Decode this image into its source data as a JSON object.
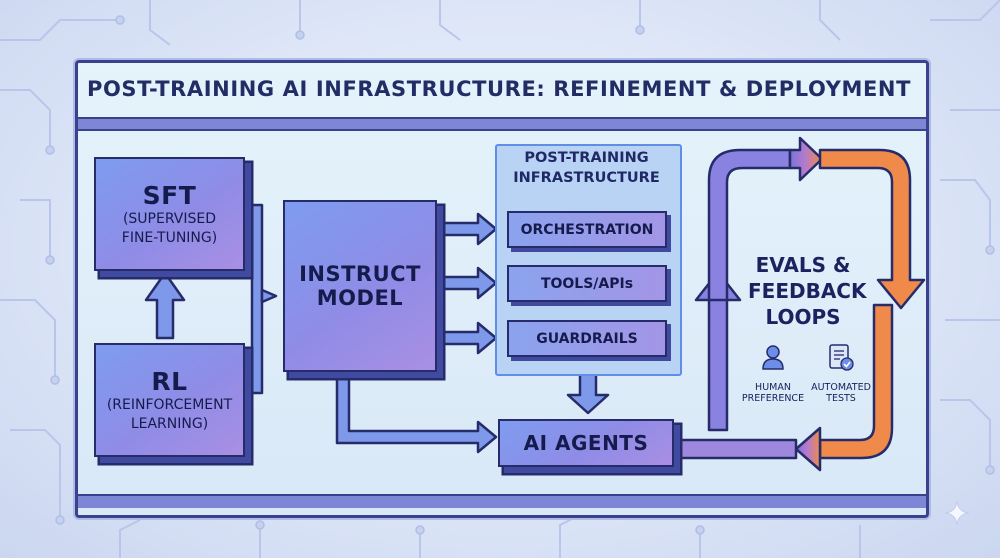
{
  "title": "POST-TRAINING AI INFRASTRUCTURE: REFINEMENT & DEPLOYMENT",
  "sft": {
    "label": "SFT",
    "sub1": "(SUPERVISED",
    "sub2": "FINE-TUNING)"
  },
  "rl": {
    "label": "RL",
    "sub1": "(REINFORCEMENT",
    "sub2": "LEARNING)"
  },
  "instruct": {
    "line1": "INSTRUCT",
    "line2": "MODEL"
  },
  "infrastructure": {
    "title_line1": "POST-TRAINING",
    "title_line2": "INFRASTRUCTURE",
    "items": [
      "ORCHESTRATION",
      "TOOLS/APIs",
      "GUARDRAILS"
    ]
  },
  "agents": {
    "label": "AI AGENTS"
  },
  "loop": {
    "line1": "EVALS &",
    "line2": "FEEDBACK",
    "line3": "LOOPS",
    "human_line1": "HUMAN",
    "human_line2": "PREFERENCE",
    "auto_line1": "AUTOMATED",
    "auto_line2": "TESTS"
  },
  "colors": {
    "accent_blue": "#7e86d6",
    "loop_orange": "#f08a4b",
    "loop_purple": "#7c73d8",
    "outline": "#262c6a"
  },
  "icons": [
    "person-icon",
    "checklist-icon",
    "sparkle-icon"
  ]
}
